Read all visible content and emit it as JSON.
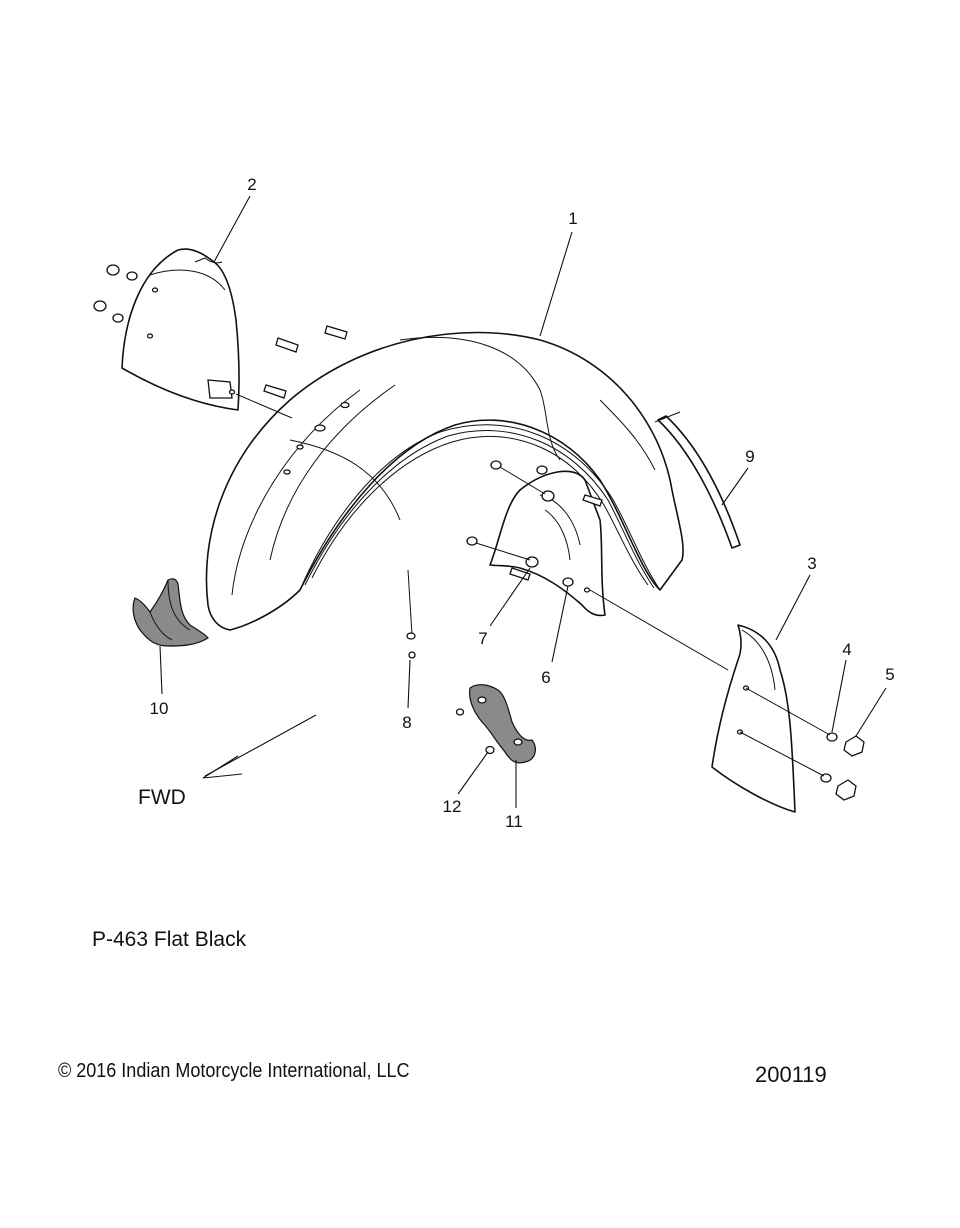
{
  "diagram": {
    "callouts": [
      "1",
      "2",
      "3",
      "4",
      "5",
      "6",
      "7",
      "8",
      "9",
      "10",
      "11",
      "12"
    ],
    "forward_label": "FWD",
    "paint_note": "P-463  Flat Black",
    "copyright": "© 2016 Indian Motorcycle International, LLC",
    "diagram_id": "200119"
  }
}
